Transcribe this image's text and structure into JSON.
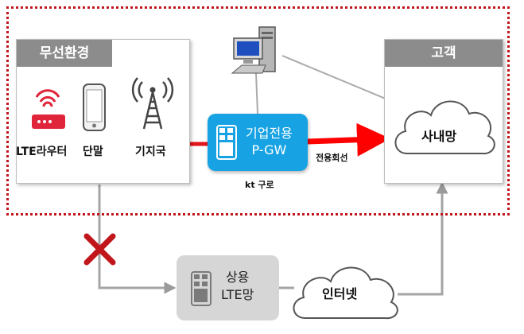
{
  "wireless_panel": {
    "title": "무선환경"
  },
  "customer_panel": {
    "title": "고객"
  },
  "devices": {
    "lte_router": "LTE라우터",
    "terminal": "단말",
    "base_station": "기지국"
  },
  "pgw": {
    "line1": "기업전용",
    "line2": "P-GW"
  },
  "kt_route": "kt 구로",
  "dedicated_line": "전용회선",
  "intranet": "사내망",
  "commercial_lte": {
    "line1": "상용",
    "line2": "LTE망"
  },
  "internet": "인터넷",
  "colors": {
    "frame": "#c0161c",
    "pgw": "#17a3e3",
    "arrow": "#ff0000",
    "gray": "#8c8c8c"
  }
}
